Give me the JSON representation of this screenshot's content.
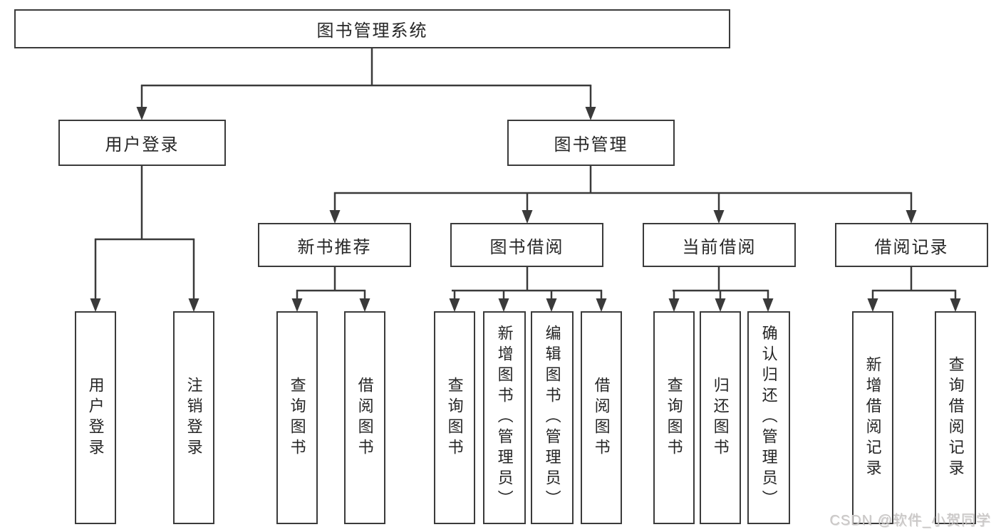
{
  "tree": {
    "root": {
      "label": "图书管理系统",
      "children": [
        {
          "label": "用户登录",
          "children": [
            {
              "label": "用户登录"
            },
            {
              "label": "注销登录"
            }
          ]
        },
        {
          "label": "图书管理",
          "children": [
            {
              "label": "新书推荐",
              "children": [
                {
                  "label": "查询图书"
                },
                {
                  "label": "借阅图书"
                }
              ]
            },
            {
              "label": "图书借阅",
              "children": [
                {
                  "label": "查询图书"
                },
                {
                  "label": "新增图书（管理员）"
                },
                {
                  "label": "编辑图书（管理员）"
                },
                {
                  "label": "借阅图书"
                }
              ]
            },
            {
              "label": "当前借阅",
              "children": [
                {
                  "label": "查询图书"
                },
                {
                  "label": "归还图书"
                },
                {
                  "label": "确认归还（管理员）"
                }
              ]
            },
            {
              "label": "借阅记录",
              "children": [
                {
                  "label": "新增借阅记录"
                },
                {
                  "label": "查询借阅记录"
                }
              ]
            }
          ]
        }
      ]
    }
  },
  "watermark": {
    "text": "CSDN @软件_小贺同学"
  },
  "colors": {
    "line": "#3a3a3a",
    "box_border": "#3b3b3b",
    "text": "#262626",
    "watermark": "#c9c6c5",
    "background": "#ffffff"
  }
}
